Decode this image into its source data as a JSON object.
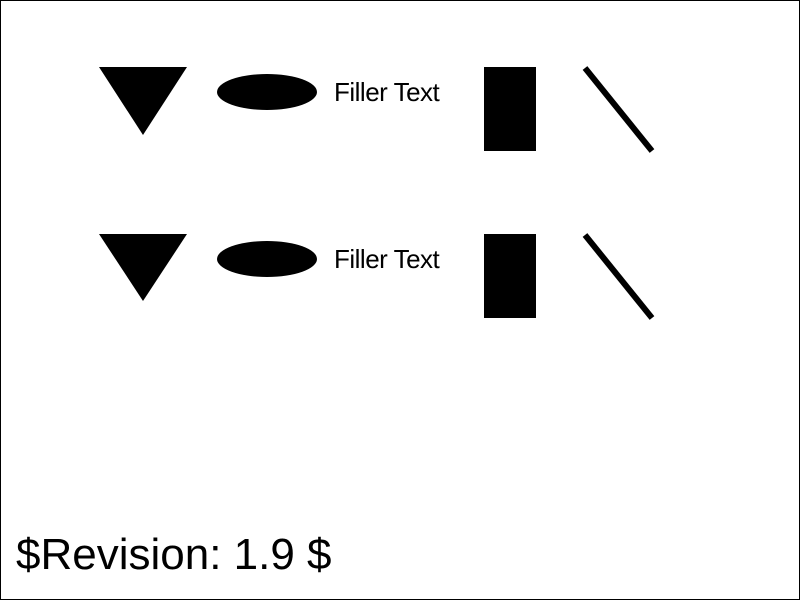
{
  "rows": [
    {
      "text": "Filler Text"
    },
    {
      "text": "Filler Text"
    }
  ],
  "footer": {
    "revision_text": "$Revision: 1.9 $"
  },
  "colors": {
    "shape_fill": "#000000",
    "background": "#ffffff",
    "border": "#000000"
  }
}
